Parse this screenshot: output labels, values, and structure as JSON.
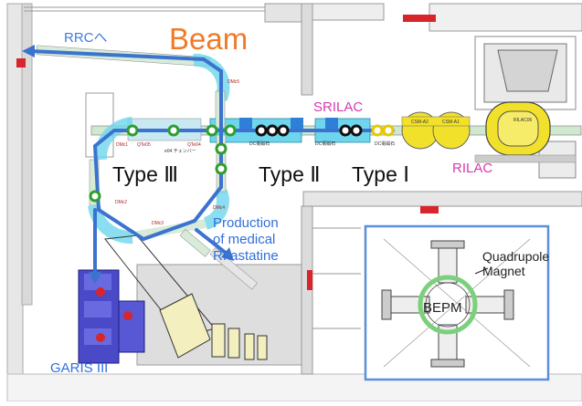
{
  "labels": {
    "beam": "Beam",
    "rrc": "RRCへ",
    "srilac": "SRILAC",
    "rilac": "RILAC",
    "type3": "Type Ⅲ",
    "type2": "Type Ⅱ",
    "type1": "Type Ⅰ",
    "production": [
      "Production",
      "of medical",
      "RI astatine"
    ],
    "garis": "GARIS III",
    "quadrupole": [
      "Quadrupole",
      "Magnet"
    ],
    "bepm": "BEPM"
  },
  "small_labels": {
    "dmc5": "DMc5",
    "dmc1": "DMc1",
    "dmc2": "DMc2",
    "dmc3": "DMc3",
    "dmc4": "DMc4",
    "qte05": "QTe05",
    "qte04": "QTe04",
    "e04_chamber": "e04\nチェンバー",
    "csm_a2": "CSM-A2",
    "csm_a1": "CSM-A1",
    "rilac_label": "RILAC06",
    "dc1": "DC電磁石",
    "dc2": "DC電磁石",
    "dc3": "DC電磁石"
  },
  "colors": {
    "beam_arrow": "#3b73cf",
    "bpm_green": "#2e9e2e",
    "accelerator_yellow": "#f2e12a",
    "marker_red": "#d8252b",
    "inset_border": "#5b8fd8",
    "quad_ring": "#7bd07b",
    "magnet_cyan": "#6ed6ec",
    "walls": "#b0b0b0"
  },
  "icons": {
    "bpm": "green-ring-marker",
    "type2_marker": "black-ring-marker",
    "type1_marker": "yellow-ring-marker",
    "rrc_arrow": "arrow-left-icon",
    "production_arrow": "arrow-down-right-icon",
    "garis_arrow": "arrow-down-icon"
  }
}
